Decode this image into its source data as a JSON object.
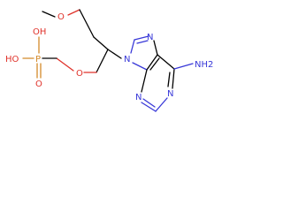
{
  "molecule": {
    "atoms": {
      "oh_top": "OH",
      "ho_left": "HO",
      "p": "P",
      "o_double": "O",
      "o_ether": "O",
      "o_methoxy": "O",
      "n9": "N",
      "n7": "N",
      "n1": "N",
      "n3": "N",
      "nh2": "NH2"
    }
  },
  "colors": {
    "oxygen": "#e0322a",
    "nitrogen": "#3838d8",
    "phosphorus": "#d48a2a",
    "carbon": "#000000"
  }
}
